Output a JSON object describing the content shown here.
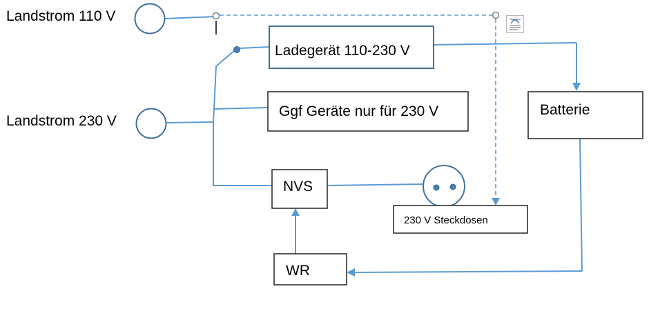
{
  "sources": {
    "shore_110": "Landstrom 110 V",
    "shore_230": "Landstrom 230 V"
  },
  "components": {
    "charger": "Ladegerät 110-230 V",
    "devices_230": "Ggf Geräte nur für 230 V",
    "battery": "Batterie",
    "nvs": "NVS",
    "inverter": "WR",
    "sockets": "230 V Steckdosen"
  },
  "icons": {
    "layout_options": "text-wrap-icon"
  },
  "colors": {
    "line": "#5b9bd5",
    "box_border": "#41719c",
    "dot": "#4a7ebb",
    "handle": "#808080",
    "text": "#000000"
  }
}
